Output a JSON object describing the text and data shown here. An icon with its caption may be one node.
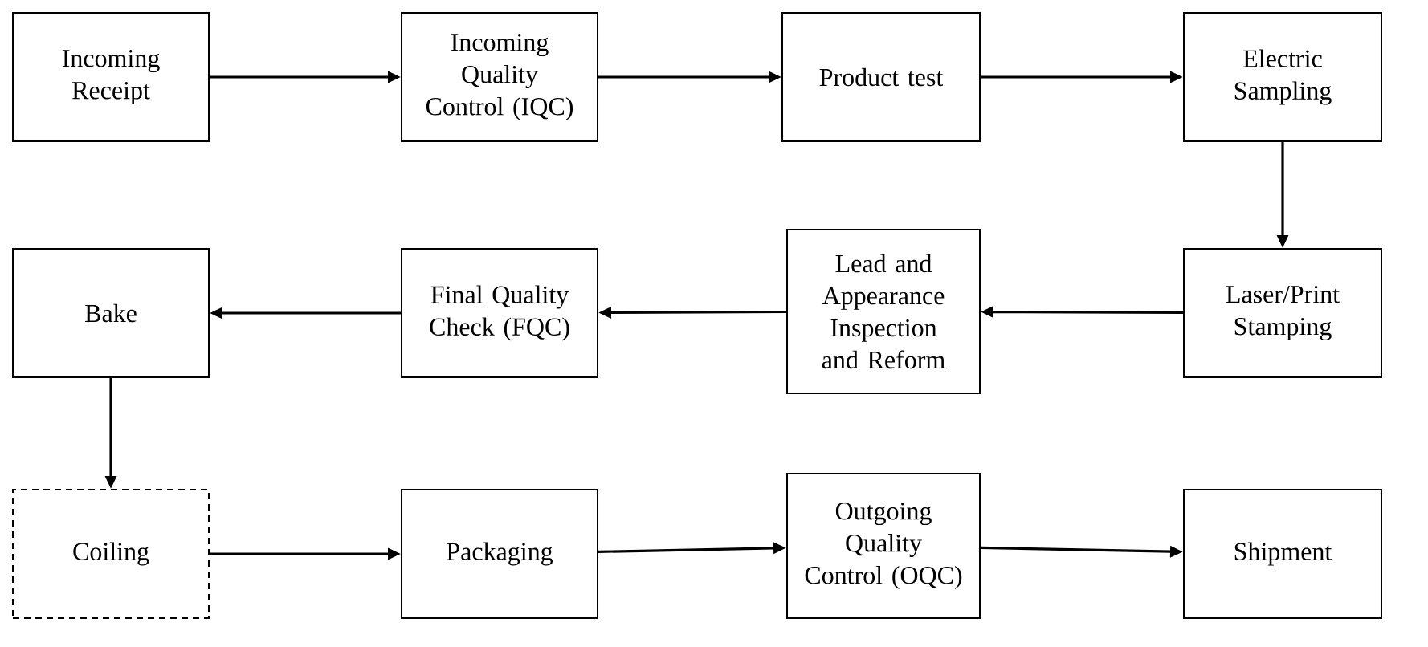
{
  "diagram": {
    "nodes": [
      {
        "text": [
          "Incoming Receipt"
        ]
      },
      {
        "text": [
          "Incoming Quality Control (IQC)"
        ]
      },
      {
        "text": [
          "Product test"
        ]
      },
      {
        "text": [
          "Electric Sampling"
        ]
      },
      {
        "text": [
          "Bake"
        ]
      },
      {
        "text": [
          "Final Quality Check (FQC)"
        ]
      },
      {
        "text": [
          "Lead and Appearance Inspection and Reform"
        ]
      },
      {
        "text": [
          "Laser/Print Stamping"
        ]
      },
      {
        "text": [
          "Coiling"
        ]
      },
      {
        "text": [
          "Packaging"
        ]
      },
      {
        "text": [
          "Outgoing Quality Control (OQC)"
        ]
      },
      {
        "text": [
          "Shipment"
        ]
      }
    ],
    "edges": [
      {
        "from": 0,
        "to": 1,
        "arrow": "to"
      },
      {
        "from": 1,
        "to": 2,
        "arrow": "to"
      },
      {
        "from": 2,
        "to": 3,
        "arrow": "to"
      },
      {
        "from": 3,
        "to": 7,
        "arrow": "to"
      },
      {
        "from": 7,
        "to": 6,
        "arrow": "to"
      },
      {
        "from": 6,
        "to": 5,
        "arrow": "to"
      },
      {
        "from": 5,
        "to": 4,
        "arrow": "to"
      },
      {
        "from": 4,
        "to": 8,
        "arrow": "to"
      },
      {
        "from": 8,
        "to": 9,
        "arrow": "to"
      },
      {
        "from": 9,
        "to": 10,
        "arrow": "to"
      },
      {
        "from": 10,
        "to": 11,
        "arrow": "to"
      }
    ]
  }
}
